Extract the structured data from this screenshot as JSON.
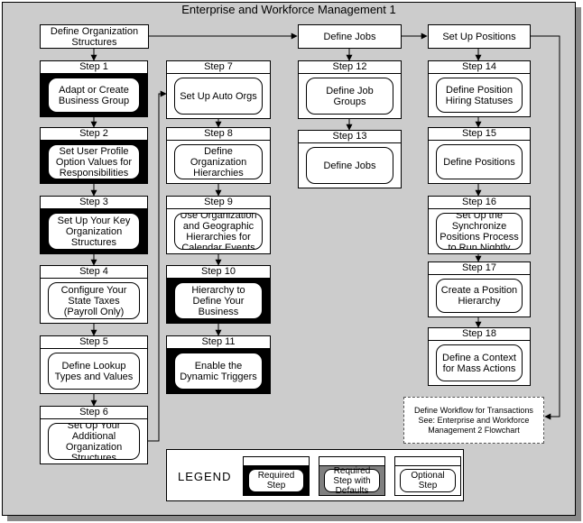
{
  "title": "Enterprise and Workforce Management 1",
  "headers": {
    "org": "Define Organization Structures",
    "jobs": "Define Jobs",
    "positions": "Set Up Positions"
  },
  "steps": [
    {
      "label": "Step 1",
      "text": "Adapt or Create Business Group",
      "kind": "required"
    },
    {
      "label": "Step 2",
      "text": "Set User Profile Option Values for Responsibilities",
      "kind": "required"
    },
    {
      "label": "Step 3",
      "text": "Set Up Your Key Organization Structures",
      "kind": "required"
    },
    {
      "label": "Step 4",
      "text": "Configure Your State Taxes (Payroll Only)",
      "kind": "optional"
    },
    {
      "label": "Step 5",
      "text": "Define Lookup Types and Values",
      "kind": "optional"
    },
    {
      "label": "Step 6",
      "text": "Set Up Your Additional Organization Structures",
      "kind": "optional"
    },
    {
      "label": "Step 7",
      "text": "Set Up Auto Orgs",
      "kind": "optional"
    },
    {
      "label": "Step 8",
      "text": "Define Organization Hierarchies",
      "kind": "optional"
    },
    {
      "label": "Step 9",
      "text": "Use Organization and Geographic Hierarchies for Calendar Events",
      "kind": "optional"
    },
    {
      "label": "Step 10",
      "text": "Use Generic Hierarchy to Define Your Business Organization",
      "kind": "required"
    },
    {
      "label": "Step 11",
      "text": "Enable the Dynamic Triggers",
      "kind": "required"
    },
    {
      "label": "Step 12",
      "text": "Define Job Groups",
      "kind": "optional"
    },
    {
      "label": "Step 13",
      "text": "Define Jobs",
      "kind": "optional"
    },
    {
      "label": "Step 14",
      "text": "Define Position Hiring Statuses",
      "kind": "optional"
    },
    {
      "label": "Step 15",
      "text": "Define Positions",
      "kind": "optional"
    },
    {
      "label": "Step 16",
      "text": "Set Up the Synchronize Positions Process to Run Nightly",
      "kind": "optional"
    },
    {
      "label": "Step 17",
      "text": "Create a Position Hierarchy",
      "kind": "optional"
    },
    {
      "label": "Step 18",
      "text": "Define a Context for Mass Actions",
      "kind": "optional"
    }
  ],
  "workflow_note": "Define Workflow for Transactions See: Enterprise and Workforce Management 2 Flowchart",
  "legend": {
    "title": "LEGEND",
    "required": "Required Step",
    "required_defaults": "Required Step with Defaults",
    "optional": "Optional Step"
  }
}
